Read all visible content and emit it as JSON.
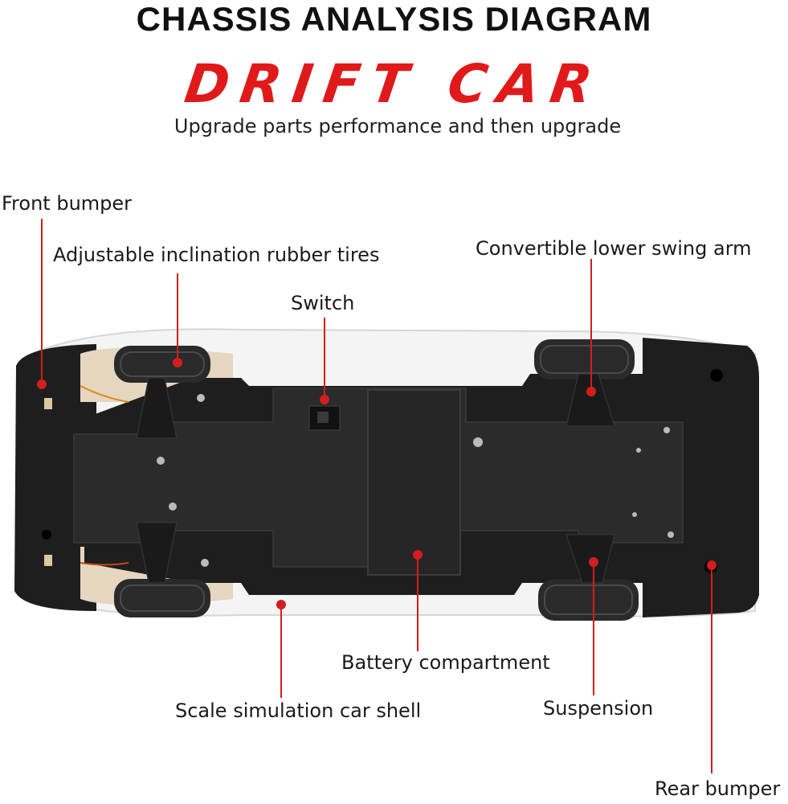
{
  "header": {
    "title": "CHASSIS ANALYSIS DIAGRAM",
    "brand": "DRIFT CAR",
    "subtitle": "Upgrade parts performance and then upgrade"
  },
  "labels": {
    "front_bumper": "Front bumper",
    "tires": "Adjustable inclination rubber tires",
    "switch": "Switch",
    "swing_arm": "Convertible lower swing arm",
    "battery": "Battery compartment",
    "shell": "Scale simulation car shell",
    "suspension": "Suspension",
    "rear_bumper": "Rear bumper"
  },
  "colors": {
    "accent": "#e01a1a",
    "chassis": "#1e1e1e",
    "plate": "#2b2b2b",
    "shell": "#f4f4f4",
    "tire": "#2a2a2a"
  }
}
